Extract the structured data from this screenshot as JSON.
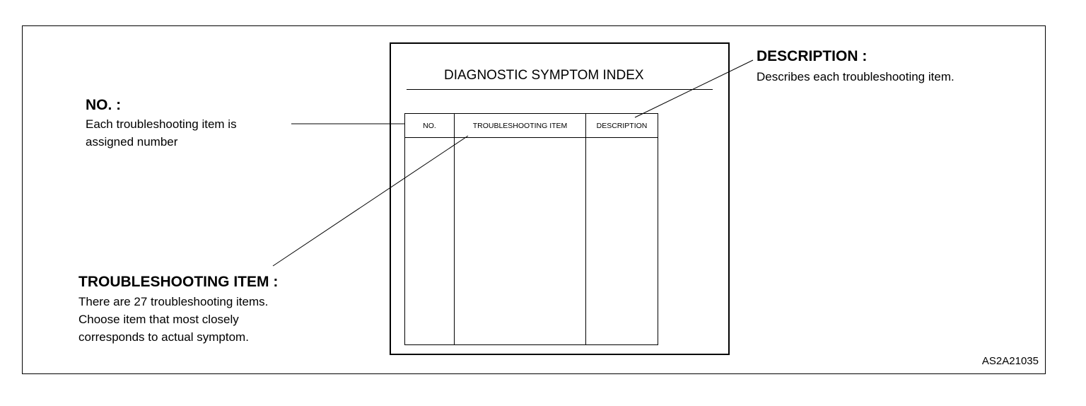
{
  "callouts": {
    "no": {
      "title": "NO. :",
      "lines": [
        "Each troubleshooting item is",
        "assigned number"
      ]
    },
    "troubleshooting_item": {
      "title": "TROUBLESHOOTING ITEM :",
      "lines": [
        "There are 27 troubleshooting items.",
        "Choose item that most closely",
        "corresponds to actual symptom."
      ]
    },
    "description": {
      "title": "DESCRIPTION :",
      "lines": [
        "Describes each troubleshooting item."
      ]
    }
  },
  "index_page": {
    "title": "DIAGNOSTIC SYMPTOM INDEX",
    "columns": [
      "NO.",
      "TROUBLESHOOTING ITEM",
      "DESCRIPTION"
    ]
  },
  "figure_id": "AS2A21035"
}
